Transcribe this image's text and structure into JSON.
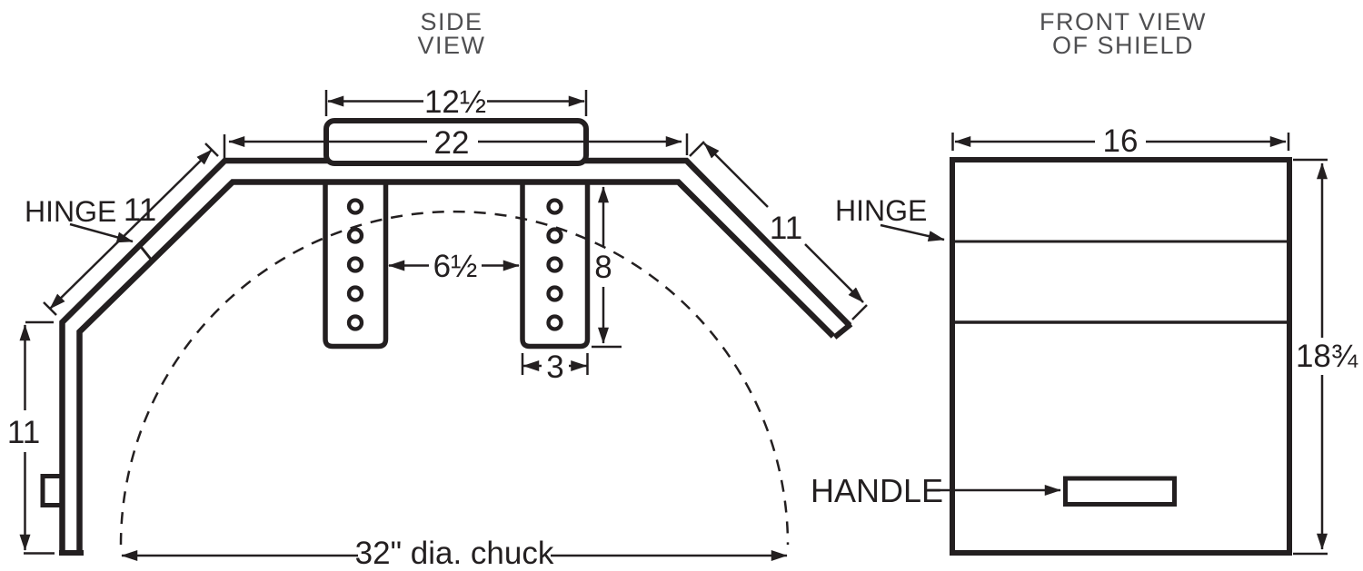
{
  "colors": {
    "ink": "#231f20",
    "muted": "#4f4f51",
    "background": "#ffffff"
  },
  "titles": {
    "side": {
      "line1": "SIDE",
      "line2": "VIEW"
    },
    "front": {
      "line1": "FRONT VIEW",
      "line2": "OF SHIELD"
    }
  },
  "side_view": {
    "hinge_label": "HINGE",
    "dims": {
      "plate_width": "12½",
      "shield_width": "22",
      "bracket_gap": "6½",
      "bracket_height": "8",
      "bracket_width": "3",
      "upper_arm": "11",
      "lower_arm": "11",
      "right_arm": "11",
      "chuck": "32\" dia. chuck"
    }
  },
  "front_view": {
    "hinge_label": "HINGE",
    "handle_label": "HANDLE",
    "dims": {
      "width": "16",
      "height": "18¾"
    }
  }
}
